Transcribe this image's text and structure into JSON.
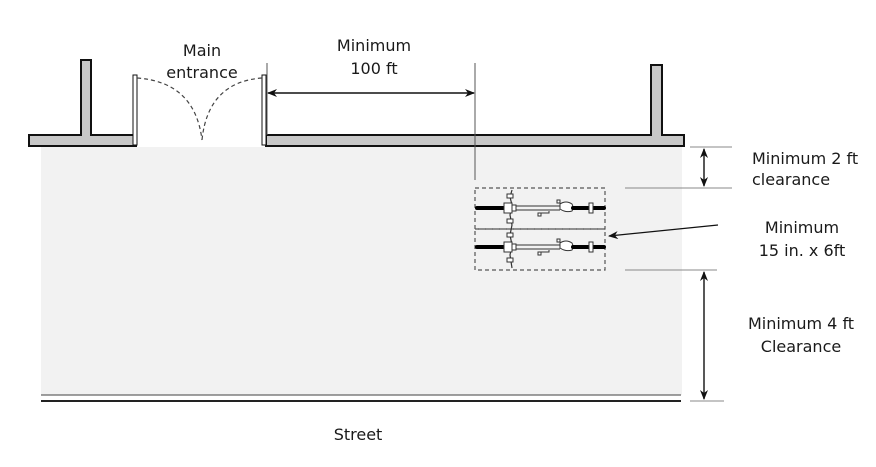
{
  "diagram": {
    "title": "Bicycle rack placement near main entrance",
    "labels": {
      "entrance_line1": "Main",
      "entrance_line2": "entrance",
      "distance_line1": "Minimum",
      "distance_line2": "100 ft",
      "clearance_top_line1": "Minimum 2 ft",
      "clearance_top_line2": "clearance",
      "rack_size_line1": "Minimum",
      "rack_size_line2": "15 in. x 6ft",
      "clearance_bottom_line1": "Minimum 4 ft",
      "clearance_bottom_line2": "Clearance",
      "street": "Street"
    },
    "elements": {
      "building_wall": "building-wall",
      "entrance_doors": "double-door-swing",
      "sidewalk": "sidewalk",
      "bike_racks": [
        "bike-rack-1",
        "bike-rack-2"
      ],
      "curb": "street-curb"
    },
    "colors": {
      "wall_fill": "#c8c8c8",
      "wall_stroke": "#111111",
      "sidewalk_fill": "#f2f2f2",
      "line": "#1a1a1a",
      "guide_line": "#888888"
    }
  }
}
